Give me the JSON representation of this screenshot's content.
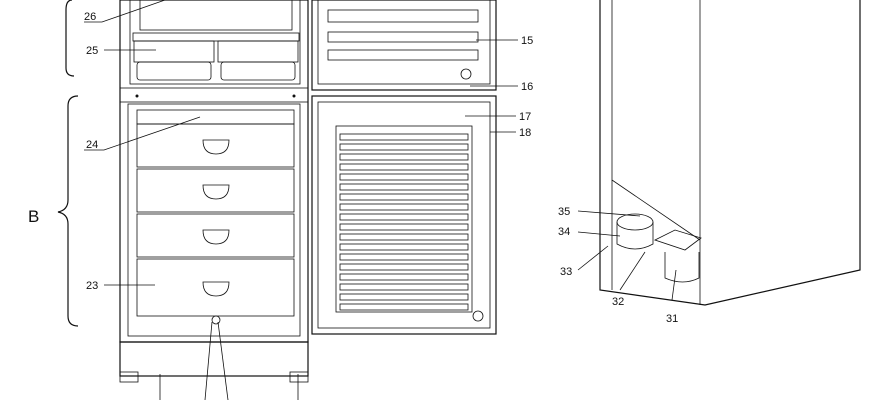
{
  "diagram": {
    "section_label": "B",
    "callouts": {
      "c26": "26",
      "c25": "25",
      "c24": "24",
      "c23": "23",
      "c15": "15",
      "c16": "16",
      "c17": "17",
      "c18": "18",
      "c35": "35",
      "c34": "34",
      "c33": "33",
      "c32": "32",
      "c31": "31"
    }
  }
}
